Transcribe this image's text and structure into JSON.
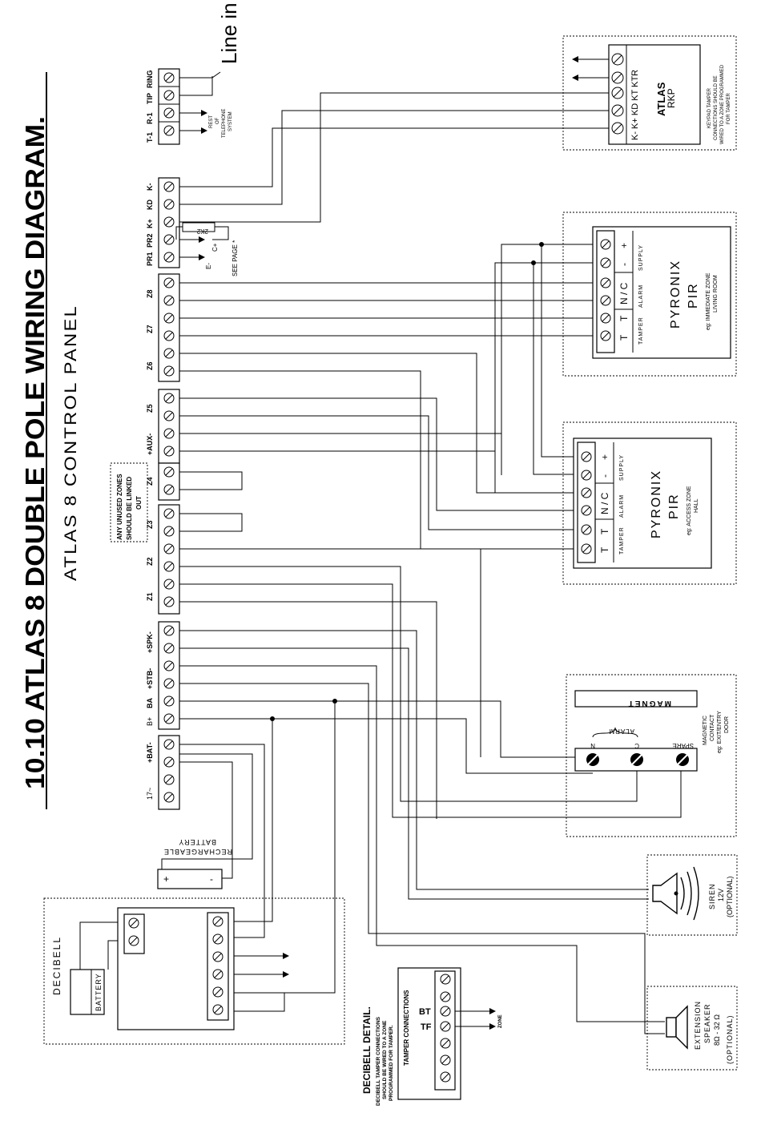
{
  "header": {
    "title": "10.10 ATLAS 8 DOUBLE POLE WIRING DIAGRAM.",
    "subtitle": "ATLAS 8 CONTROL PANEL",
    "line_in": "Line in"
  },
  "panel": {
    "telephone_terms": [
      "T-1",
      "R-1",
      "TIP",
      "RING"
    ],
    "telephone_note": [
      "REST",
      "OF",
      "TELEPHONE",
      "SYSTEM"
    ],
    "keypad_terms": [
      "PR1",
      "PR2",
      "K+",
      "KD",
      "K-"
    ],
    "resistor": "2K2",
    "pr_labels": [
      "E-",
      "C+"
    ],
    "see_page": "SEE PAGE *",
    "zone_terms_top": [
      "Z6",
      "Z7",
      "Z8"
    ],
    "aux_terms": [
      "+AUX-",
      "Z5"
    ],
    "z4_label": "Z4",
    "z123": [
      "Z1",
      "Z2",
      "Z3"
    ],
    "spk_terms": [
      "B+",
      "BA",
      "+STB-",
      "+SPK-"
    ],
    "bat_terms": [
      "17~",
      "+BAT-"
    ],
    "unused_note": [
      "ANY UNUSED ZONES",
      "SHOULD BE LINKED",
      "OUT"
    ]
  },
  "keypad": {
    "brand": "ATLAS",
    "model": "RKP",
    "terminals": "K- K+ KD KT KTR",
    "note": [
      "KEYPAD TAMPER",
      "CONNECTIONS SHOULD BE",
      "WIRED TO A ZONE PROGRAMMED",
      "FOR TAMPER"
    ]
  },
  "pir1": {
    "brand": "PYRONIX",
    "type": "PIR",
    "example": [
      "eg: IMMEDIATE ZONE",
      "LIVING ROOM"
    ],
    "terminals": [
      "T",
      "T",
      "N / C",
      "-",
      "+"
    ],
    "groups": [
      "TAMPER",
      "ALARM",
      "SUPPLY"
    ]
  },
  "pir2": {
    "brand": "PYRONIX",
    "type": "PIR",
    "example": [
      "eg: ACCESS ZONE",
      "HALL"
    ],
    "terminals": [
      "T",
      "T",
      "N / C",
      "-",
      "+"
    ],
    "groups": [
      "TAMPER",
      "ALARM",
      "SUPPLY"
    ]
  },
  "magnet": {
    "magnet_label": "MAGNET",
    "alarm_label": "ALARM",
    "terms": [
      "N",
      "C",
      "SPARE"
    ],
    "description": [
      "MAGNETIC",
      "CONTACT",
      "eg: EXIT/ENTRY",
      "DOOR"
    ]
  },
  "battery_pack": {
    "label": [
      "RECHARGEABLE",
      "BATTERY"
    ],
    "plus": "+",
    "minus": "-"
  },
  "siren": {
    "label": [
      "SIREN",
      "12V",
      "(OPTIONAL)"
    ]
  },
  "speaker": {
    "label": [
      "EXTENSION",
      "SPEAKER",
      "8Ω - 32 Ω",
      "(OPTIONAL)"
    ]
  },
  "decibell": {
    "label": "DECIBELL",
    "battery": "BATTERY"
  },
  "decibell_detail": {
    "title": "DECIBELL DETAIL.",
    "note": [
      "DECIBELL TAMPER CONNECTIONS",
      "SHOULD BE WIRED TO A ZONE",
      "PROGRAMMED FOR TAMPER."
    ],
    "tamper_heading": "TAMPER CONNECTIONS",
    "terms": [
      "BT",
      "TF"
    ],
    "zone": "ZONE"
  }
}
